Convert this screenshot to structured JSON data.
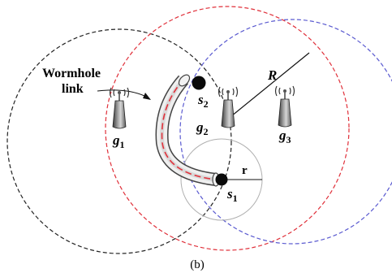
{
  "annotation": {
    "line1": "Wormhole",
    "line2": "link"
  },
  "radius_label": "R",
  "small_radius_label": "r",
  "gateways": [
    {
      "letter": "g",
      "sub": "1"
    },
    {
      "letter": "g",
      "sub": "2"
    },
    {
      "letter": "g",
      "sub": "3"
    }
  ],
  "sensors": [
    {
      "letter": "s",
      "sub": "2"
    },
    {
      "letter": "s",
      "sub": "1"
    }
  ],
  "caption": "(b)",
  "colors": {
    "g1_range": "#222222",
    "g2_range": "#e0303a",
    "g3_range": "#5a5ad0",
    "wormhole_dash": "#e0303a",
    "small_range": "#b0b0b0"
  }
}
